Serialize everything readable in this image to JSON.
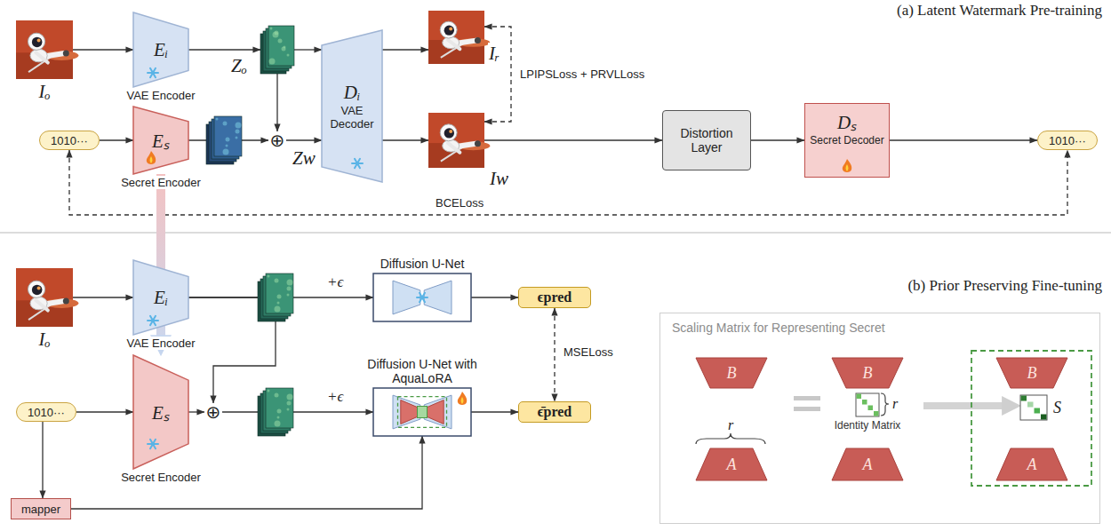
{
  "diagram": {
    "nodes": [
      {
        "text": [
          "Iₒ"
        ]
      },
      {
        "text": [
          "Eᵢ",
          "VAE Encoder"
        ]
      },
      {
        "text": [
          "Zₒ"
        ]
      },
      {
        "text": [
          "Dᵢ",
          "VAE Decoder"
        ]
      },
      {
        "text": [
          "Iᵣ"
        ]
      },
      {
        "text": [
          "1010···"
        ]
      },
      {
        "text": [
          "Eₛ",
          "Secret Encoder"
        ]
      },
      {
        "text": [
          "⊕"
        ]
      },
      {
        "text": [
          "Iw"
        ]
      },
      {
        "text": [
          "Distortion Layer"
        ]
      },
      {
        "text": [
          "Dₛ",
          "Secret Decoder"
        ]
      },
      {
        "text": [
          "1010···"
        ]
      },
      {
        "text": [
          "Iₒ"
        ]
      },
      {
        "text": [
          "Eᵢ",
          "VAE Encoder"
        ]
      },
      {
        "text": [
          "Diffusion U-Net"
        ]
      },
      {
        "text": [
          "ϵpred"
        ]
      },
      {
        "text": [
          "1010···"
        ]
      },
      {
        "text": [
          "Eₛ",
          "Secret Encoder"
        ]
      },
      {
        "text": [
          "⊕"
        ]
      },
      {
        "text": [
          "Diffusion U-Net with AquaLoRA"
        ]
      },
      {
        "text": [
          "ϵ̄pred"
        ]
      },
      {
        "text": [
          "mapper"
        ]
      },
      {
        "text": [
          "Scaling Matrix for Representing Secret"
        ]
      },
      {
        "text": [
          "B"
        ],
        "in": 22
      },
      {
        "text": [
          "A"
        ],
        "in": 22
      },
      {
        "text": [
          "B"
        ],
        "in": 22
      },
      {
        "text": [
          "Identity Matrix"
        ],
        "in": 22
      },
      {
        "text": [
          "A"
        ],
        "in": 22
      },
      {
        "text": [
          "B"
        ],
        "in": 22
      },
      {
        "text": [
          "S"
        ],
        "in": 22
      },
      {
        "text": [
          "A"
        ],
        "in": 22
      }
    ],
    "edges": [
      {
        "from": 0,
        "to": 1,
        "arrow": "to"
      },
      {
        "from": 1,
        "to": 2,
        "arrow": "to"
      },
      {
        "from": 2,
        "to": 3,
        "arrow": "to"
      },
      {
        "from": 3,
        "to": 4,
        "arrow": "to"
      },
      {
        "from": 2,
        "to": 7,
        "arrow": "to"
      },
      {
        "from": 5,
        "to": 6,
        "arrow": "to"
      },
      {
        "from": 6,
        "to": 7,
        "arrow": "to"
      },
      {
        "from": 7,
        "to": 3,
        "arrow": "to",
        "label": "Zw"
      },
      {
        "from": 3,
        "to": 8,
        "arrow": "to"
      },
      {
        "from": 8,
        "to": 9,
        "arrow": "to"
      },
      {
        "from": 9,
        "to": 10,
        "arrow": "to"
      },
      {
        "from": 10,
        "to": 11,
        "arrow": "to"
      },
      {
        "from": 4,
        "to": 8,
        "arrow": "both",
        "label": "LPIPSLoss + PRVLLoss"
      },
      {
        "from": 5,
        "to": 11,
        "arrow": "both",
        "label": "BCELoss"
      },
      {
        "from": 6,
        "to": 17,
        "arrow": "to"
      },
      {
        "from": 12,
        "to": 13,
        "arrow": "to"
      },
      {
        "from": 13,
        "to": 14,
        "arrow": "to",
        "label": "+ϵ"
      },
      {
        "from": 13,
        "to": 18,
        "arrow": "to"
      },
      {
        "from": 14,
        "to": 15,
        "arrow": "to"
      },
      {
        "from": 16,
        "to": 17,
        "arrow": "to"
      },
      {
        "from": 17,
        "to": 18,
        "arrow": "to"
      },
      {
        "from": 18,
        "to": 19,
        "arrow": "to",
        "label": "+ϵ"
      },
      {
        "from": 19,
        "to": 20,
        "arrow": "to"
      },
      {
        "from": 15,
        "to": 20,
        "arrow": "both",
        "label": "MSELoss"
      },
      {
        "from": 16,
        "to": 21,
        "arrow": "to"
      },
      {
        "from": 21,
        "to": 19,
        "arrow": "to"
      },
      {
        "from": 26,
        "to": 29,
        "arrow": "to"
      }
    ],
    "labels": [
      "(a) Latent Watermark Pre-training",
      "(b) Prior Preserving Fine-tuning",
      "r",
      "r"
    ]
  }
}
